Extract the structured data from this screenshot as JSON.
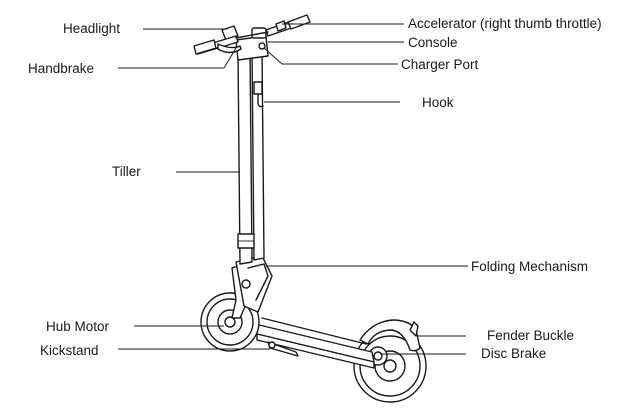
{
  "labels": {
    "headlight": "Headlight",
    "handbrake": "Handbrake",
    "tiller": "Tiller",
    "hub_motor": "Hub Motor",
    "kickstand": "Kickstand",
    "accelerator": "Accelerator (right thumb throttle)",
    "console": "Console",
    "charger_port": "Charger Port",
    "hook": "Hook",
    "folding_mechanism": "Folding Mechanism",
    "fender_buckle": "Fender Buckle",
    "disc_brake": "Disc Brake"
  }
}
